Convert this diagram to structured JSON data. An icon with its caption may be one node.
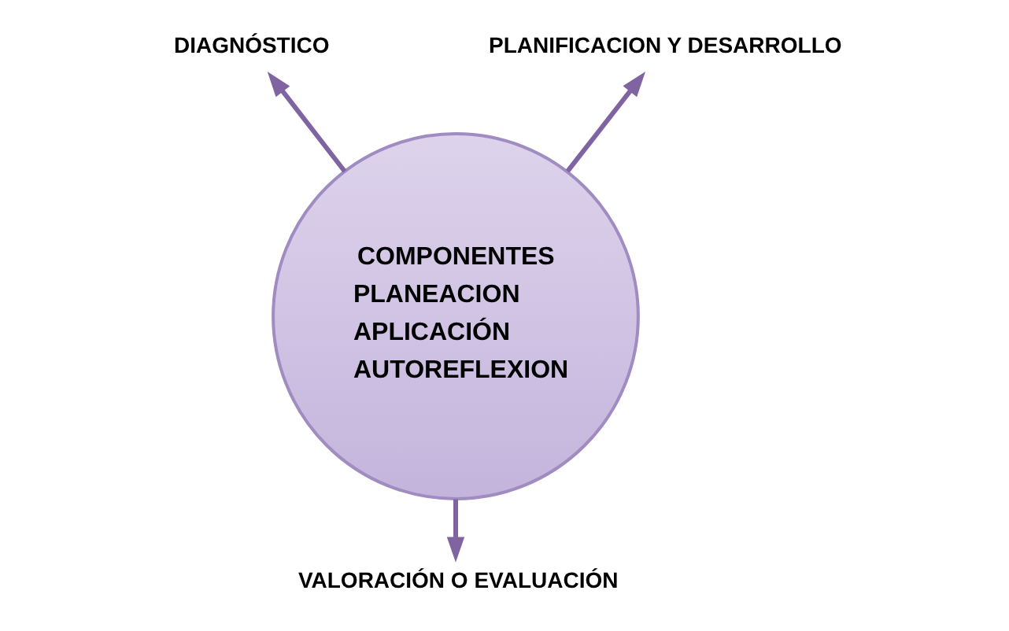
{
  "diagram": {
    "nodes": [
      {
        "text": [
          "COMPONENTES",
          "PLANEACION",
          "APLICACIÓN",
          "AUTOREFLEXION"
        ]
      },
      {
        "text": [
          "DIAGNÓSTICO"
        ]
      },
      {
        "text": [
          "PLANIFICACION Y DESARROLLO"
        ]
      },
      {
        "text": [
          "VALORACIÓN O EVALUACIÓN"
        ]
      }
    ],
    "edges": [
      {
        "from": 0,
        "to": 1,
        "arrow": "to",
        "color": "#8064a2"
      },
      {
        "from": 0,
        "to": 2,
        "arrow": "to",
        "color": "#8064a2"
      },
      {
        "from": 0,
        "to": 3,
        "arrow": "to",
        "color": "#8064a2"
      }
    ]
  }
}
